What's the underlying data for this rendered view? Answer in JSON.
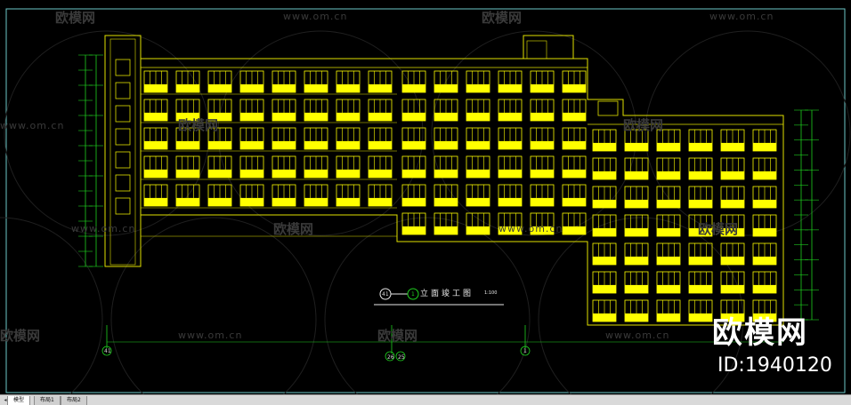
{
  "drawing": {
    "title": "立面竣工图",
    "scale": "1:100",
    "axis_left": "41",
    "axis_right": "1",
    "axis_center": "26",
    "axis_center2": "25",
    "axis_mid": "1"
  },
  "watermark": {
    "url": "www.om.cn",
    "brand": "欧模网",
    "big_brand": "欧模网",
    "id_text": "ID:1940120"
  },
  "layout_tabs": [
    "模型",
    "布局1",
    "布局2"
  ],
  "colors": {
    "background": "#000000",
    "building_outline": "#e0e000",
    "window_fill": "#ffff00",
    "frame": "#7fd0d0",
    "dimension": "#1fd01f"
  }
}
